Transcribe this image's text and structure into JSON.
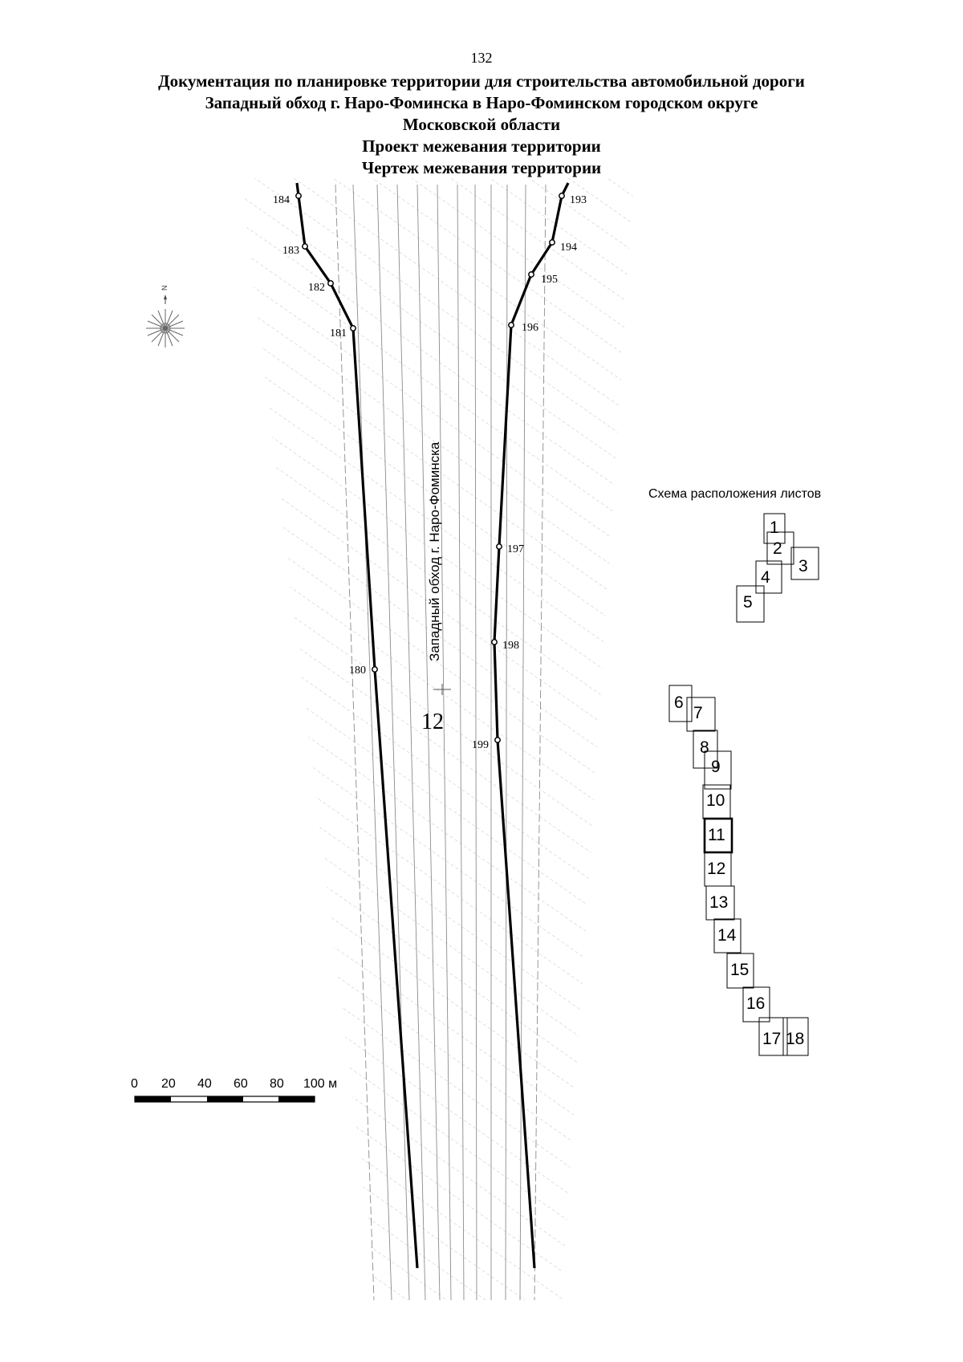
{
  "page_number": "132",
  "title_lines": [
    "Документация по планировке территории для строительства автомобильной дороги",
    "Западный обход г. Наро-Фоминска в Наро-Фоминском городском округе",
    "Московской области",
    "Проект межевания территории",
    "Чертеж межевания территории"
  ],
  "road_label": "Западный обход г. Наро-Фоминска",
  "sheet_number": "12",
  "north_label": "N",
  "boundary_points": {
    "left": [
      "184",
      "183",
      "182",
      "181",
      "180"
    ],
    "right": [
      "193",
      "194",
      "195",
      "196",
      "197",
      "198",
      "199"
    ]
  },
  "scale_bar": {
    "labels": [
      "0",
      "20",
      "40",
      "60",
      "80",
      "100 м"
    ]
  },
  "sheet_scheme": {
    "title": "Схема расположения листов",
    "sheets": [
      "1",
      "2",
      "3",
      "4",
      "5",
      "6",
      "7",
      "8",
      "9",
      "10",
      "11",
      "12",
      "13",
      "14",
      "15",
      "16",
      "17",
      "18"
    ],
    "current_sheet": "11"
  },
  "colors": {
    "boundary_line": "#000000",
    "hatch": "#9a9a9a",
    "road_lines": "#8c8c8c"
  }
}
